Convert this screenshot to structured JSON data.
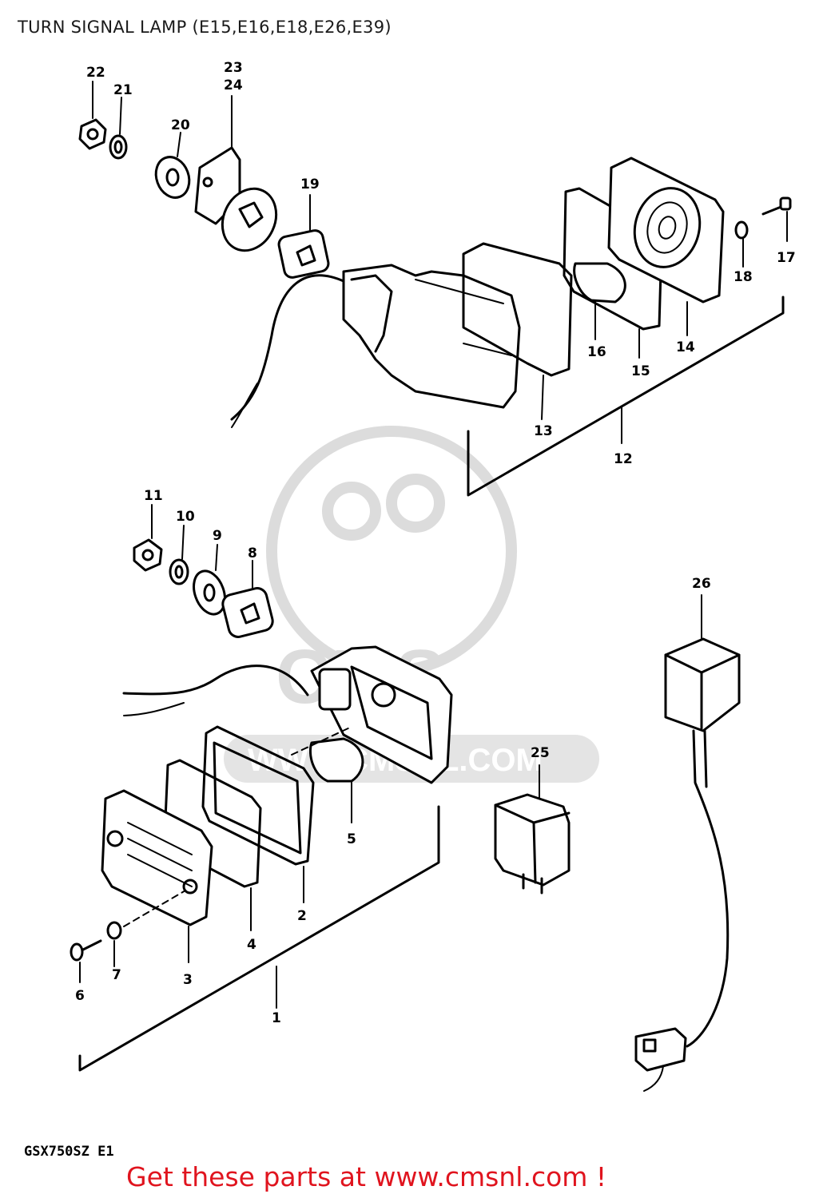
{
  "title": "TURN SIGNAL LAMP (E15,E16,E18,E26,E39)",
  "model_code": "GSX750SZ E1",
  "promo_text": "Get these parts at www.cmsnl.com !",
  "watermark": {
    "text_main": "CMS",
    "text_url": "WWW.CMSNL.COM",
    "color": "#dcdcdc"
  },
  "colors": {
    "promo": "#e0141e",
    "ink": "#000000",
    "background": "#ffffff"
  },
  "callouts": {
    "c1": "1",
    "c2": "2",
    "c3": "3",
    "c4": "4",
    "c5": "5",
    "c6": "6",
    "c7": "7",
    "c8": "8",
    "c9": "9",
    "c10": "10",
    "c11": "11",
    "c12": "12",
    "c13": "13",
    "c14": "14",
    "c15": "15",
    "c16": "16",
    "c17": "17",
    "c18": "18",
    "c19": "19",
    "c20": "20",
    "c21": "21",
    "c22": "22",
    "c23": "23",
    "c24": "24",
    "c25": "25",
    "c26": "26"
  }
}
